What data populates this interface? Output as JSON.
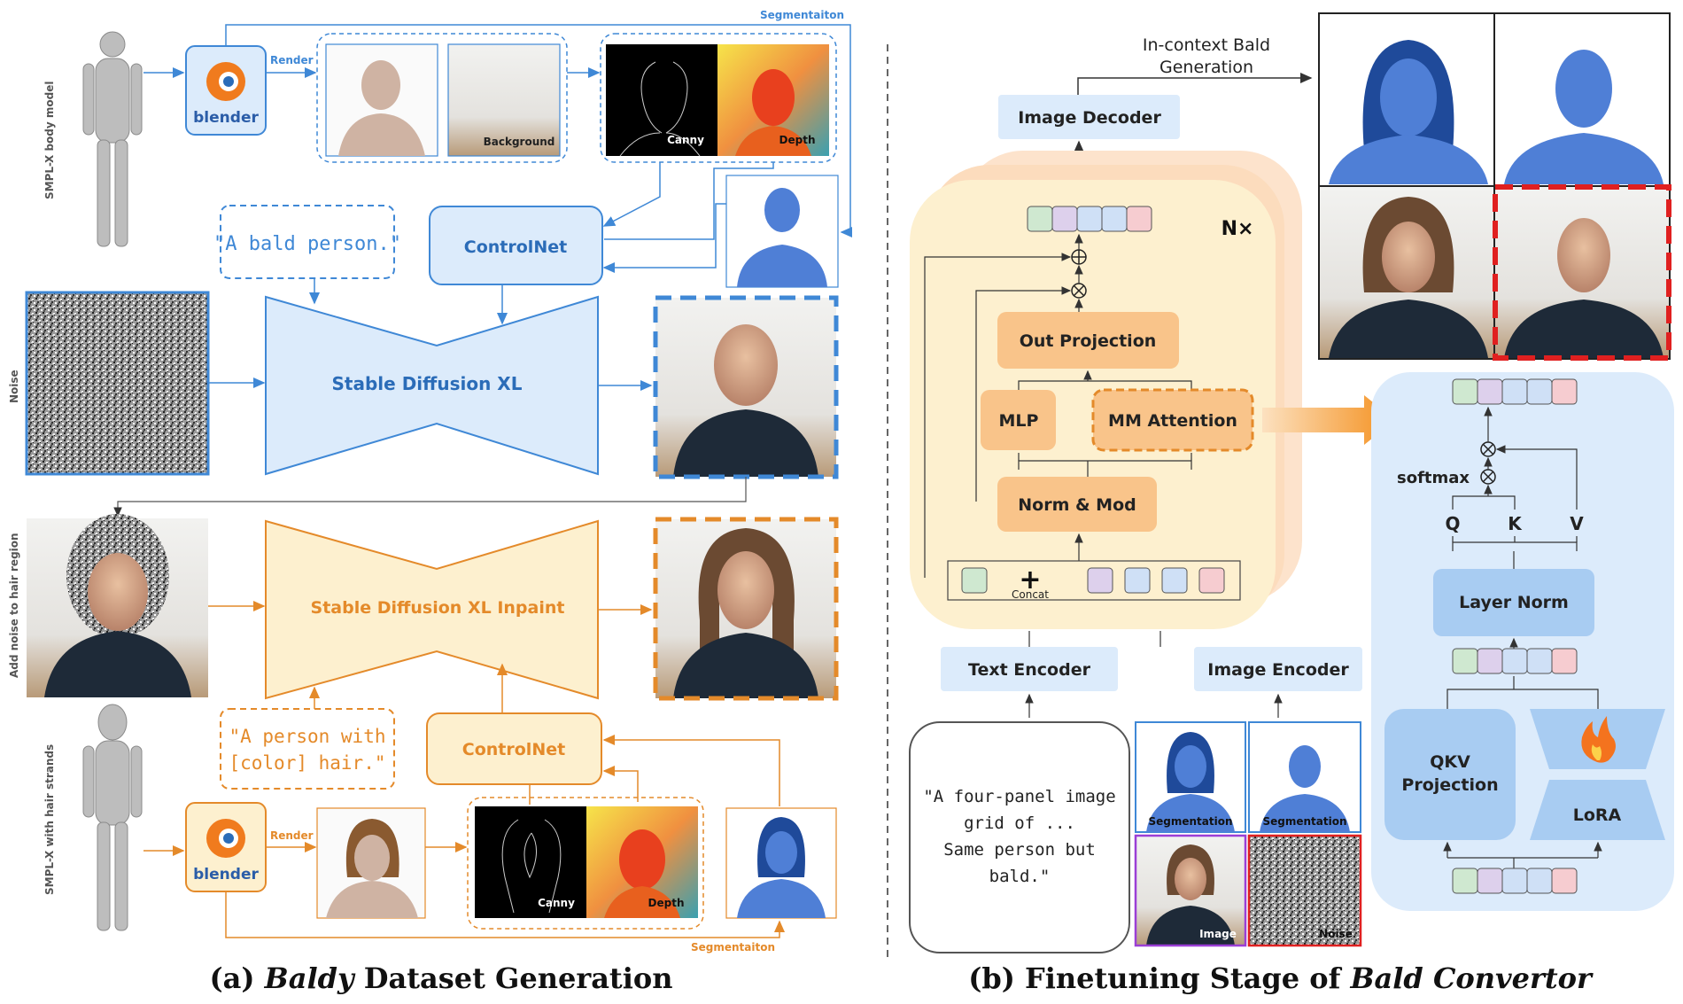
{
  "left": {
    "side_body": "SMPL-X body model",
    "side_noise": "Noise",
    "side_add_noise": "Add noise to hair region",
    "side_strands": "SMPL-X with hair strands",
    "seg_top": "Segmentaiton",
    "render_top": "Render",
    "blender": "blender",
    "background": "Background",
    "canny": "Canny",
    "depth": "Depth",
    "prompt_bald": "\"A bald person.\"",
    "controlnet": "ControlNet",
    "sdxl": "Stable Diffusion XL",
    "sdxl_inpaint": "Stable Diffusion XL Inpaint",
    "prompt_color_1": "\"A person with",
    "prompt_color_2": "[color] hair.\"",
    "render_bottom": "Render",
    "seg_bottom": "Segmentaiton",
    "caption_a_pre": "(a) ",
    "caption_a_it": "Baldy",
    "caption_a_post": " Dataset Generation"
  },
  "right": {
    "in_context_1": "In-context Bald",
    "in_context_2": "Generation",
    "image_decoder": "Image Decoder",
    "nx": "N×",
    "out_projection": "Out Projection",
    "mlp": "MLP",
    "mm_attention": "MM Attention",
    "norm_mod": "Norm & Mod",
    "concat": "Concat",
    "text_encoder": "Text Encoder",
    "image_encoder": "Image Encoder",
    "prompt_1": "\"A four-panel image",
    "prompt_2": "grid of ...",
    "prompt_3": "Same person but",
    "prompt_4": "bald.\"",
    "seg1": "Segmentation",
    "seg2": "Segmentation",
    "img": "Image",
    "noise": "Noise",
    "softmax": "softmax",
    "q": "Q",
    "k": "K",
    "v": "V",
    "layer_norm": "Layer Norm",
    "qkv_1": "QKV",
    "qkv_2": "Projection",
    "lora": "LoRA",
    "caption_b_pre": "(b) Finetuning Stage of ",
    "caption_b_it": "Bald Convertor"
  },
  "colors": {
    "blue": "#3f88d6",
    "blue_fill": "#dcebfb",
    "orange": "#e48a2a",
    "orange_fill": "#fdf0cf",
    "peach": "#f9c48a",
    "red_dash": "#e02020"
  }
}
